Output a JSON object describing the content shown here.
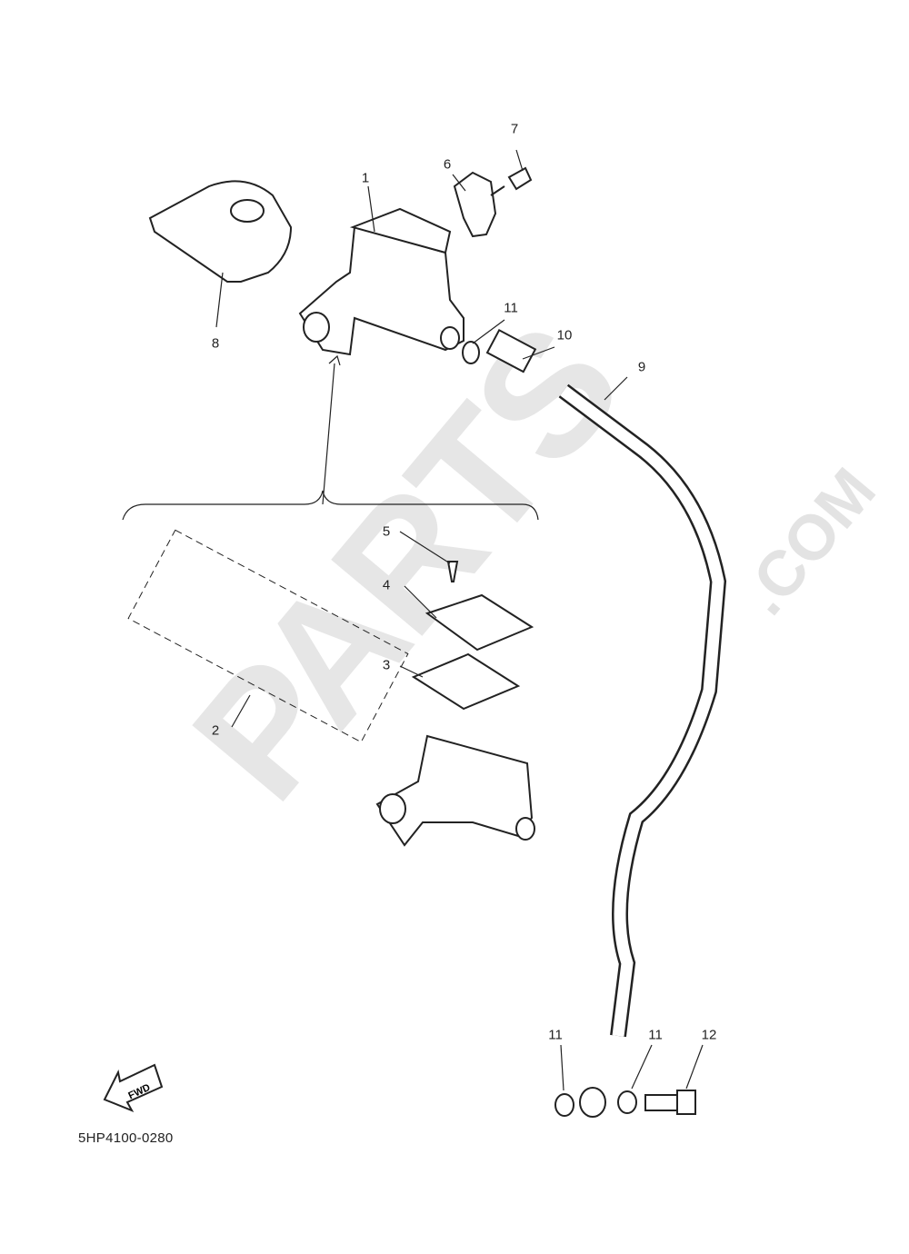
{
  "diagram": {
    "code": "5HP4100-0280",
    "fwd_label": "FWD",
    "watermark": "PARTS",
    "watermark_suffix": ".COM",
    "callouts": [
      "1",
      "2",
      "3",
      "4",
      "5",
      "6",
      "7",
      "8",
      "9",
      "10",
      "11",
      "11",
      "11",
      "12"
    ]
  }
}
